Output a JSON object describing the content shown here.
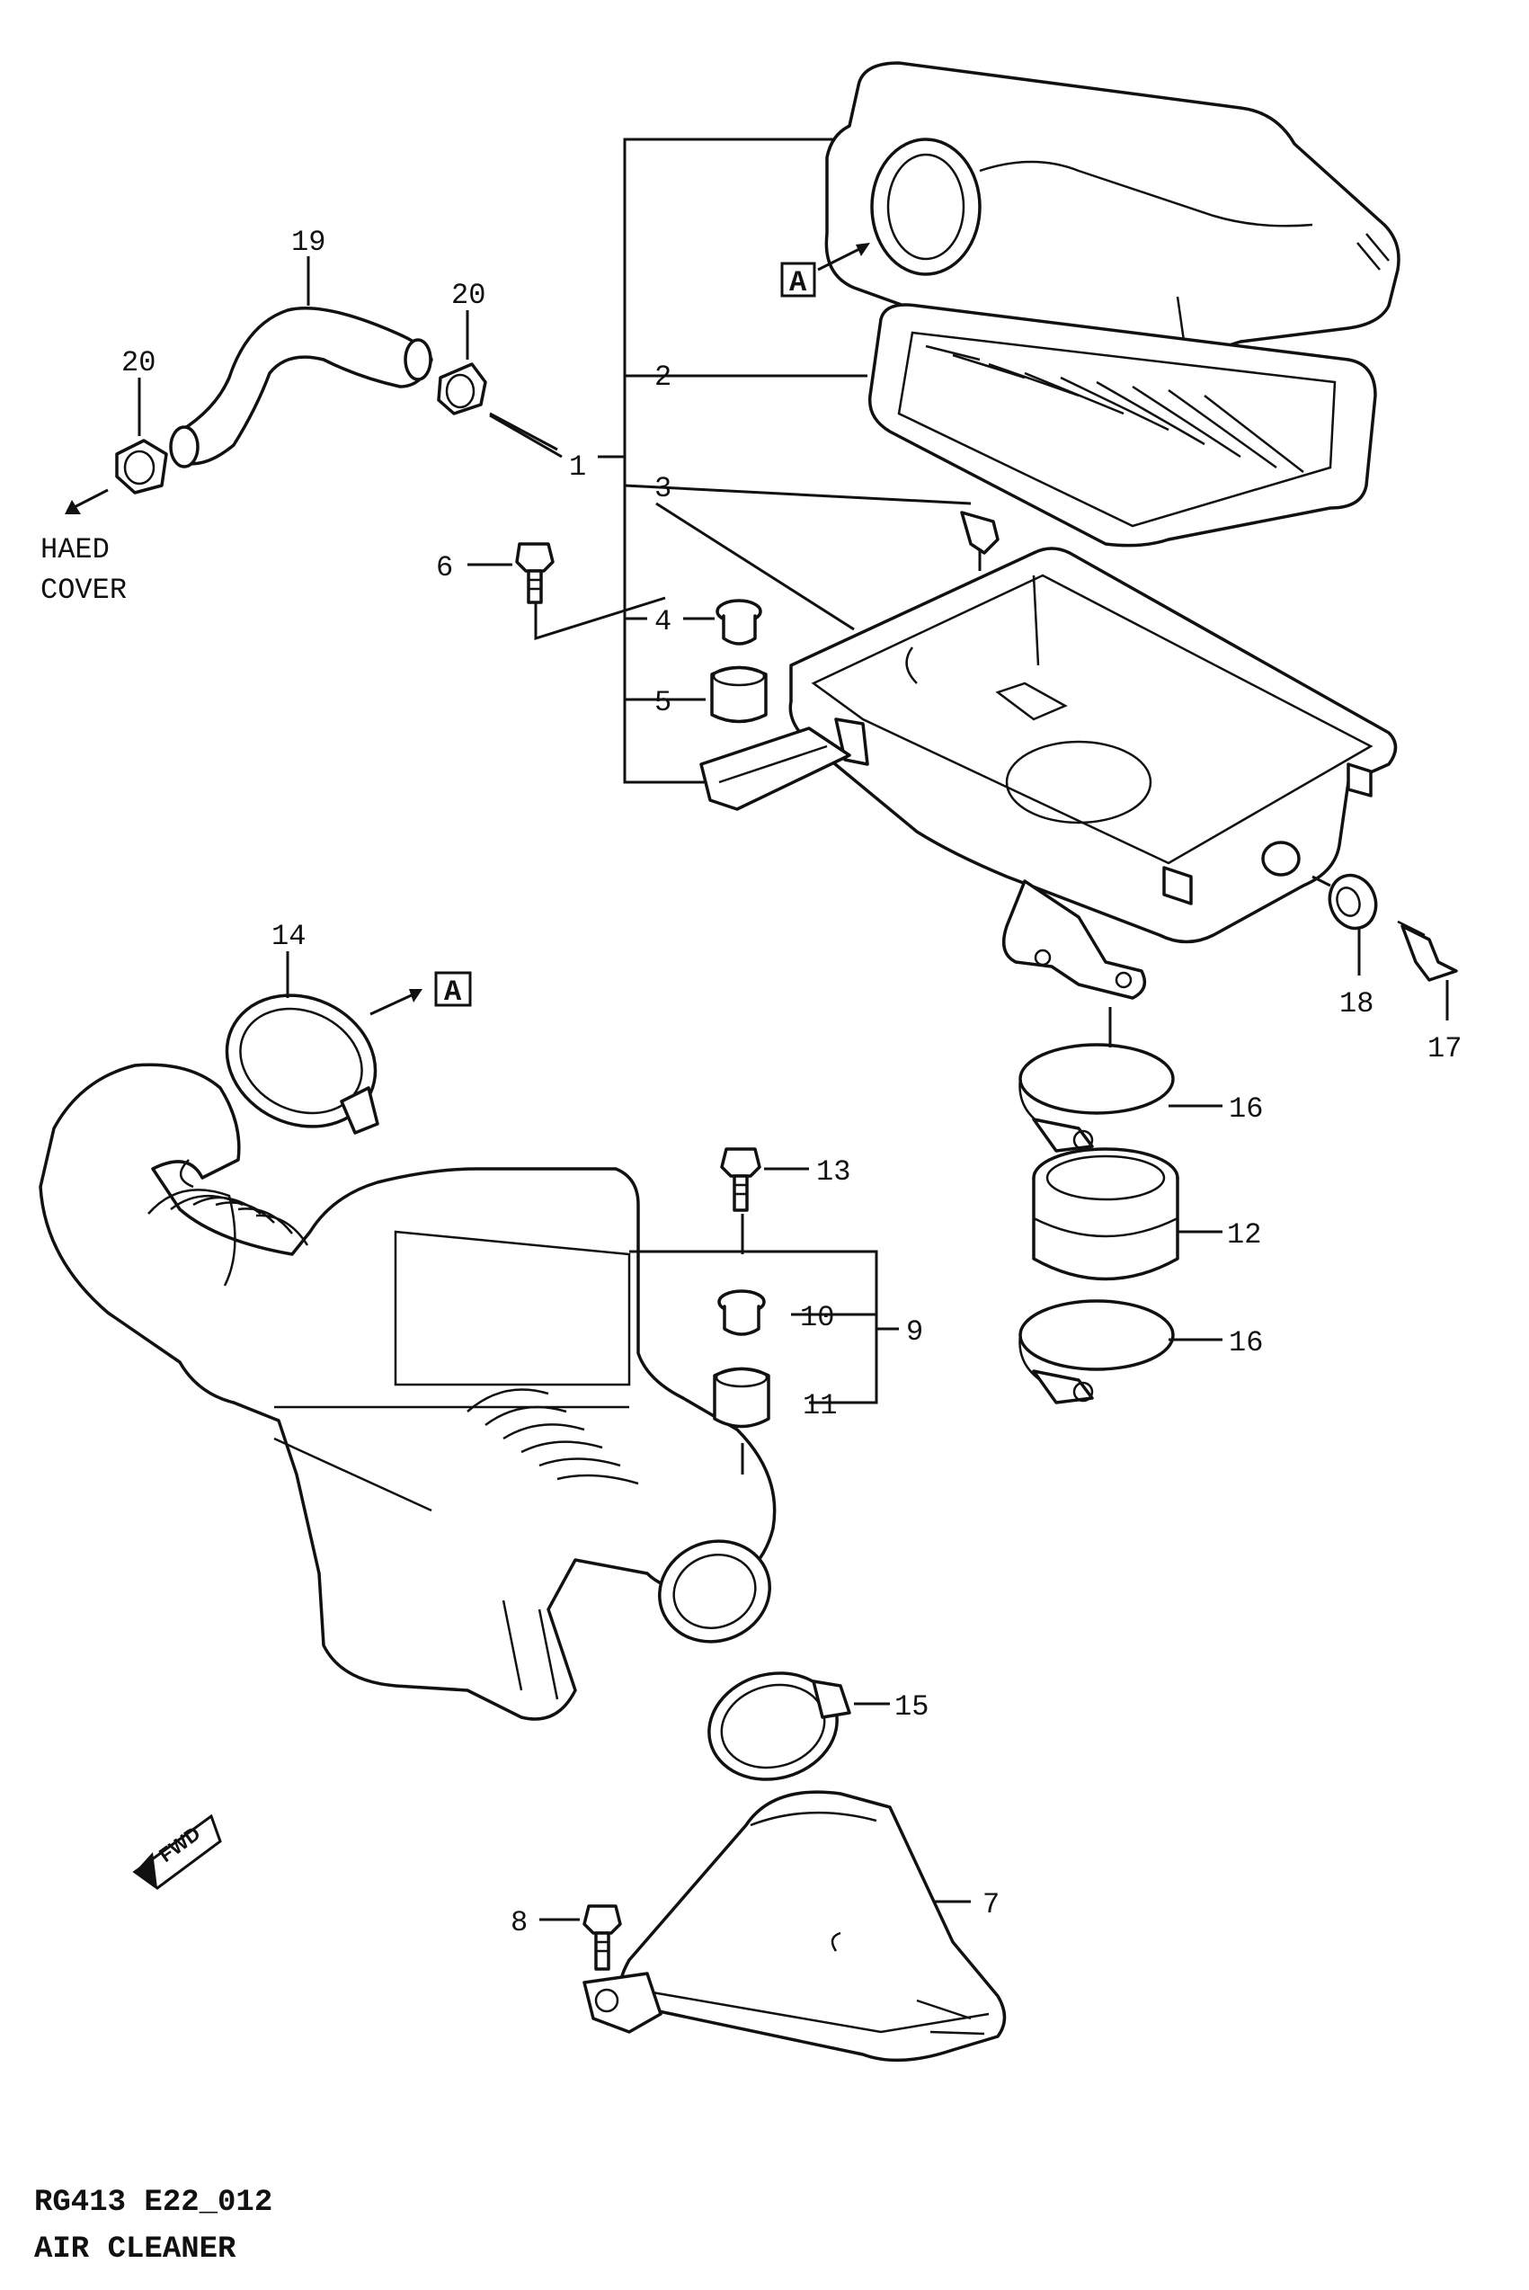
{
  "callouts": {
    "p1": "1",
    "p2": "2",
    "p3": "3",
    "p4": "4",
    "p5": "5",
    "p6": "6",
    "p7": "7",
    "p8": "8",
    "p9": "9",
    "p10": "10",
    "p11": "11",
    "p12": "12",
    "p13": "13",
    "p14": "14",
    "p15": "15",
    "p16a": "16",
    "p16b": "16",
    "p17": "17",
    "p18": "18",
    "p19": "19",
    "p20a": "20",
    "p20b": "20"
  },
  "ref_marks": {
    "a_top": "A",
    "a_mid": "A"
  },
  "note": {
    "line1": "HAED",
    "line2": "COVER"
  },
  "fwd_label": "FWD",
  "caption": {
    "code": "RG413 E22_012",
    "title": "AIR CLEANER"
  }
}
